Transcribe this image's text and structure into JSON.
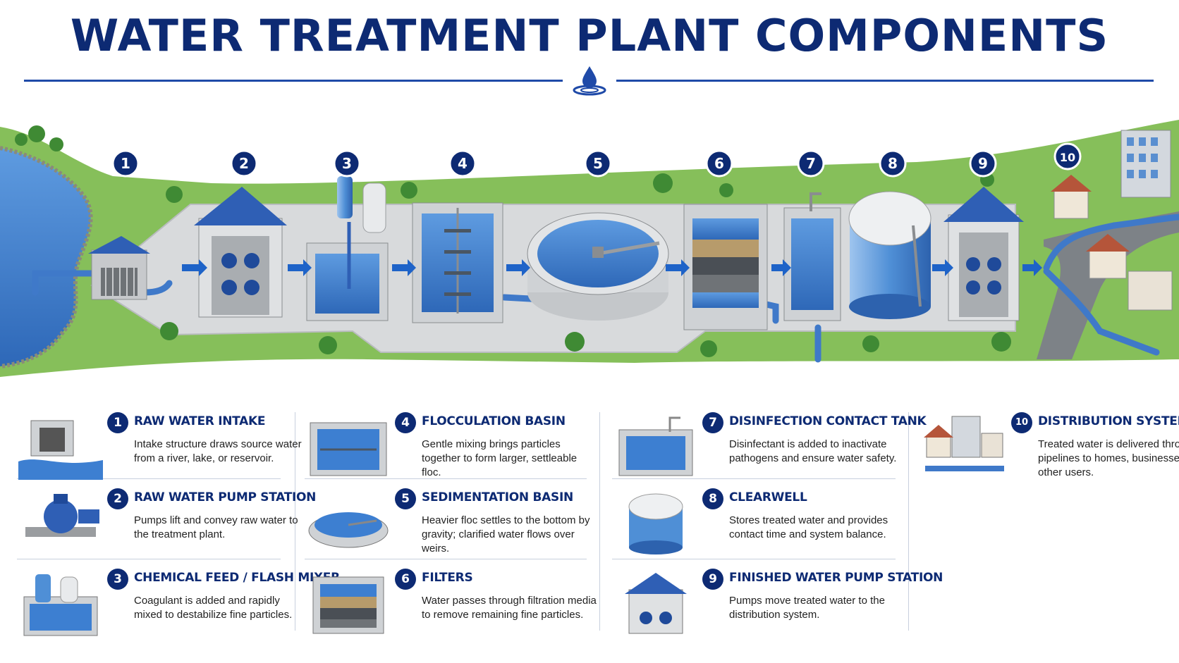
{
  "title": "WATER TREATMENT PLANT COMPONENTS",
  "colors": {
    "navy": "#0d2a73",
    "water": "#3d7fd1",
    "grass": "#7db84f",
    "concrete": "#d9dcdf",
    "roof": "#2f5fb5"
  },
  "scene_numbers": [
    "1",
    "2",
    "3",
    "4",
    "5",
    "6",
    "7",
    "8",
    "9",
    "10"
  ],
  "components": [
    {
      "num": "1",
      "name": "RAW WATER INTAKE",
      "desc": "Intake structure draws source water from a river, lake, or reservoir.",
      "icon": "intake-icon"
    },
    {
      "num": "2",
      "name": "RAW WATER PUMP STATION",
      "desc": "Pumps lift and convey raw water to the treatment plant.",
      "icon": "pump-icon"
    },
    {
      "num": "3",
      "name": "CHEMICAL FEED / FLASH MIXER",
      "desc": "Coagulant is added and rapidly mixed to destabilize fine particles.",
      "icon": "chemical-feed-icon"
    },
    {
      "num": "4",
      "name": "FLOCCULATION BASIN",
      "desc": "Gentle mixing brings particles together to form larger, settleable floc.",
      "icon": "flocculation-icon"
    },
    {
      "num": "5",
      "name": "SEDIMENTATION BASIN",
      "desc": "Heavier floc settles to the bottom by gravity; clarified water flows over weirs.",
      "icon": "sedimentation-icon"
    },
    {
      "num": "6",
      "name": "FILTERS",
      "desc": "Water passes through filtration media to remove remaining fine particles.",
      "icon": "filter-icon"
    },
    {
      "num": "7",
      "name": "DISINFECTION CONTACT TANK",
      "desc": "Disinfectant is added to inactivate pathogens and ensure water safety.",
      "icon": "disinfection-tank-icon"
    },
    {
      "num": "8",
      "name": "CLEARWELL",
      "desc": "Stores treated water and provides contact time and system balance.",
      "icon": "clearwell-icon"
    },
    {
      "num": "9",
      "name": "FINISHED WATER PUMP STATION",
      "desc": "Pumps move treated water to the distribution system.",
      "icon": "finished-pump-icon"
    },
    {
      "num": "10",
      "name": "DISTRIBUTION SYSTEM",
      "desc": "Treated water is delivered through pipelines to homes, businesses, and other users.",
      "icon": "distribution-icon"
    }
  ]
}
